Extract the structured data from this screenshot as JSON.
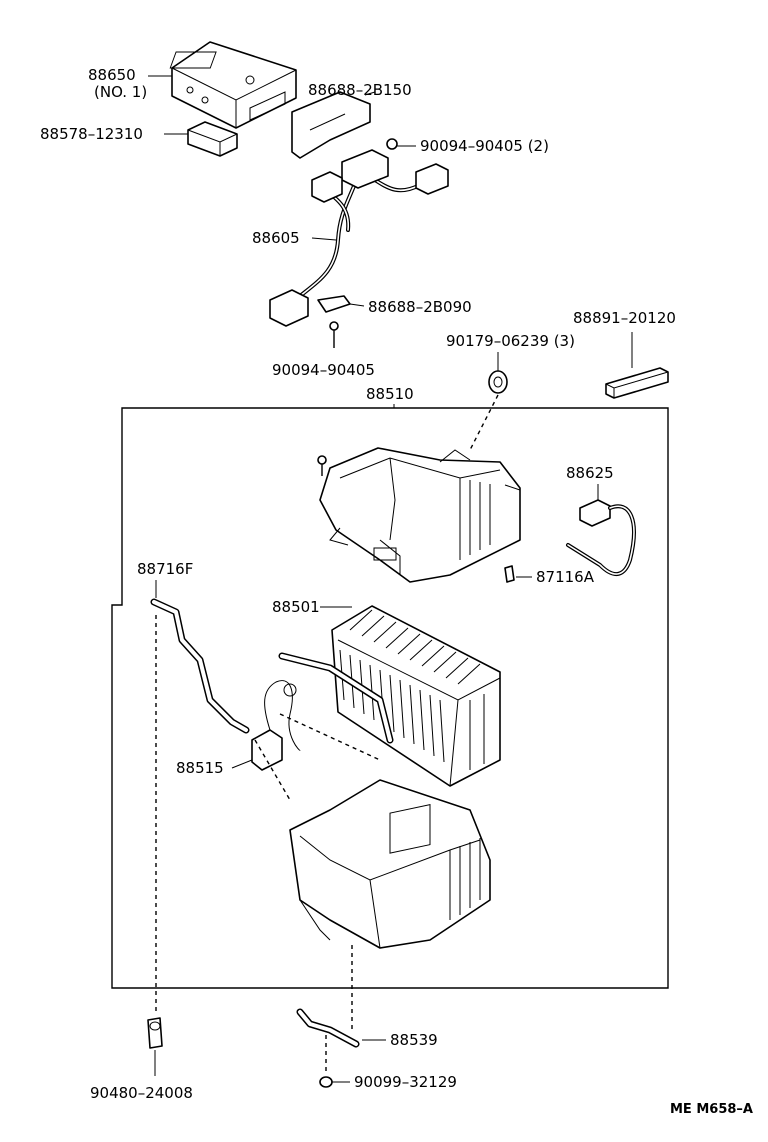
{
  "labels": {
    "p88650": "88650",
    "p88650_sub": "(NO. 1)",
    "p88578": "88578–12310",
    "p88688_a": "88688–2B150",
    "p90094_a": "90094–90405 (2)",
    "p88605": "88605",
    "p88688_b": "88688–2B090",
    "p90094_b": "90094–90405",
    "p90179": "90179–06239 (3)",
    "p88891": "88891–20120",
    "p88510": "88510",
    "p88625": "88625",
    "p87116A": "87116A",
    "p88716F": "88716F",
    "p88501": "88501",
    "p88515": "88515",
    "p88539": "88539",
    "p90099": "90099–32129",
    "p90480": "90480–24008"
  },
  "footer": {
    "code": "ME M658–A"
  }
}
